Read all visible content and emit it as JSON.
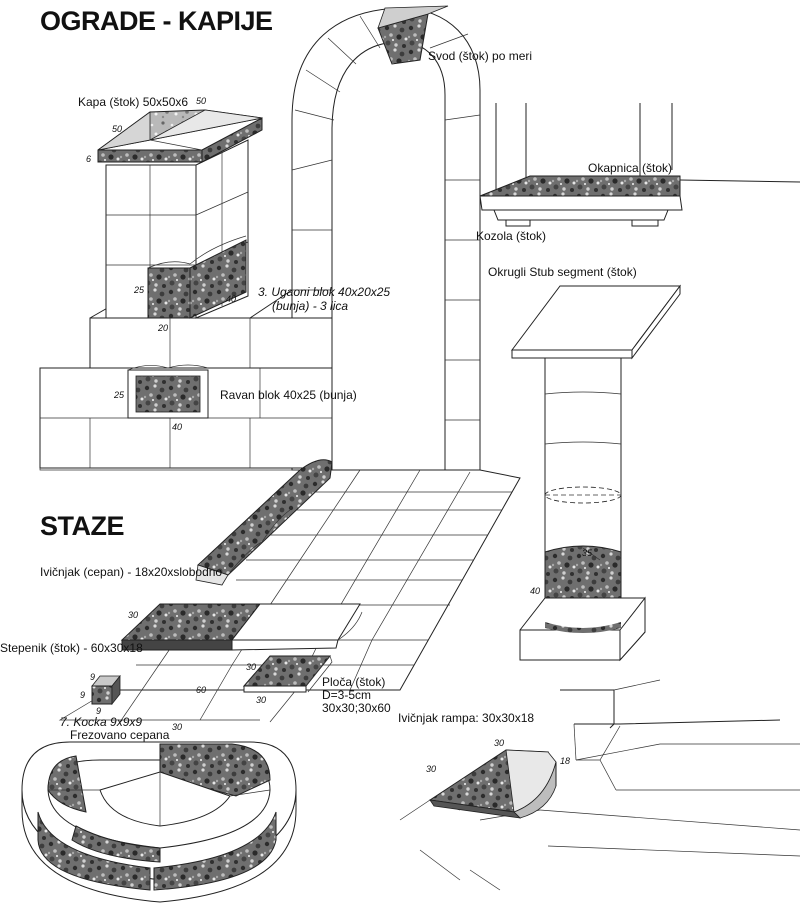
{
  "headings": {
    "fences": "OGRADE - KAPIJE",
    "paths": "STAZE"
  },
  "labels": {
    "svod": "Svod (štok) po meri",
    "kapa": "Kapa (štok) 50x50x6",
    "okapnica": "Okapnica (štok)",
    "kozola": "Kozola (štok)",
    "ugaoni_1": "3. Ugaoni blok 40x20x25",
    "ugaoni_2": "(bunja) - 3 lica",
    "ravan": "Ravan blok 40x25 (bunja)",
    "stub": "Okrugli Stub segment (štok)",
    "ivicnjak": "Ivičnjak (cepan) - 18x20xslobodno",
    "stepenik": "Stepenik (štok) - 60x30x18",
    "ploca_1": "Ploča (štok)",
    "ploca_2": "D=3-5cm",
    "ploca_3": "30x30;30x60",
    "kocka_1": "7. Kocka 9x9x9",
    "kocka_2": "Frezovano cepana",
    "rampa": "Ivičnjak rampa: 30x30x18"
  },
  "dimensions": {
    "kapa_top": "50",
    "kapa_left": "50",
    "kapa_thick": "6",
    "ugaoni_h": "25",
    "ugaoni_w": "40",
    "ugaoni_d": "20",
    "ravan_h": "25",
    "ravan_w": "40",
    "stub_d": "35",
    "stub_h": "40",
    "step_d": "30",
    "step_w": "60",
    "ploca_a": "30",
    "ploca_b": "30",
    "tile_w": "30",
    "kocka_a": "9",
    "kocka_b": "9",
    "kocka_c": "9",
    "rampa_a": "30",
    "rampa_b": "30",
    "rampa_c": "18"
  },
  "colors": {
    "stone_dark": "#3a3a3a",
    "stone_mid": "#8a8a8a",
    "stone_light": "#d8d8d8",
    "line": "#222222"
  }
}
